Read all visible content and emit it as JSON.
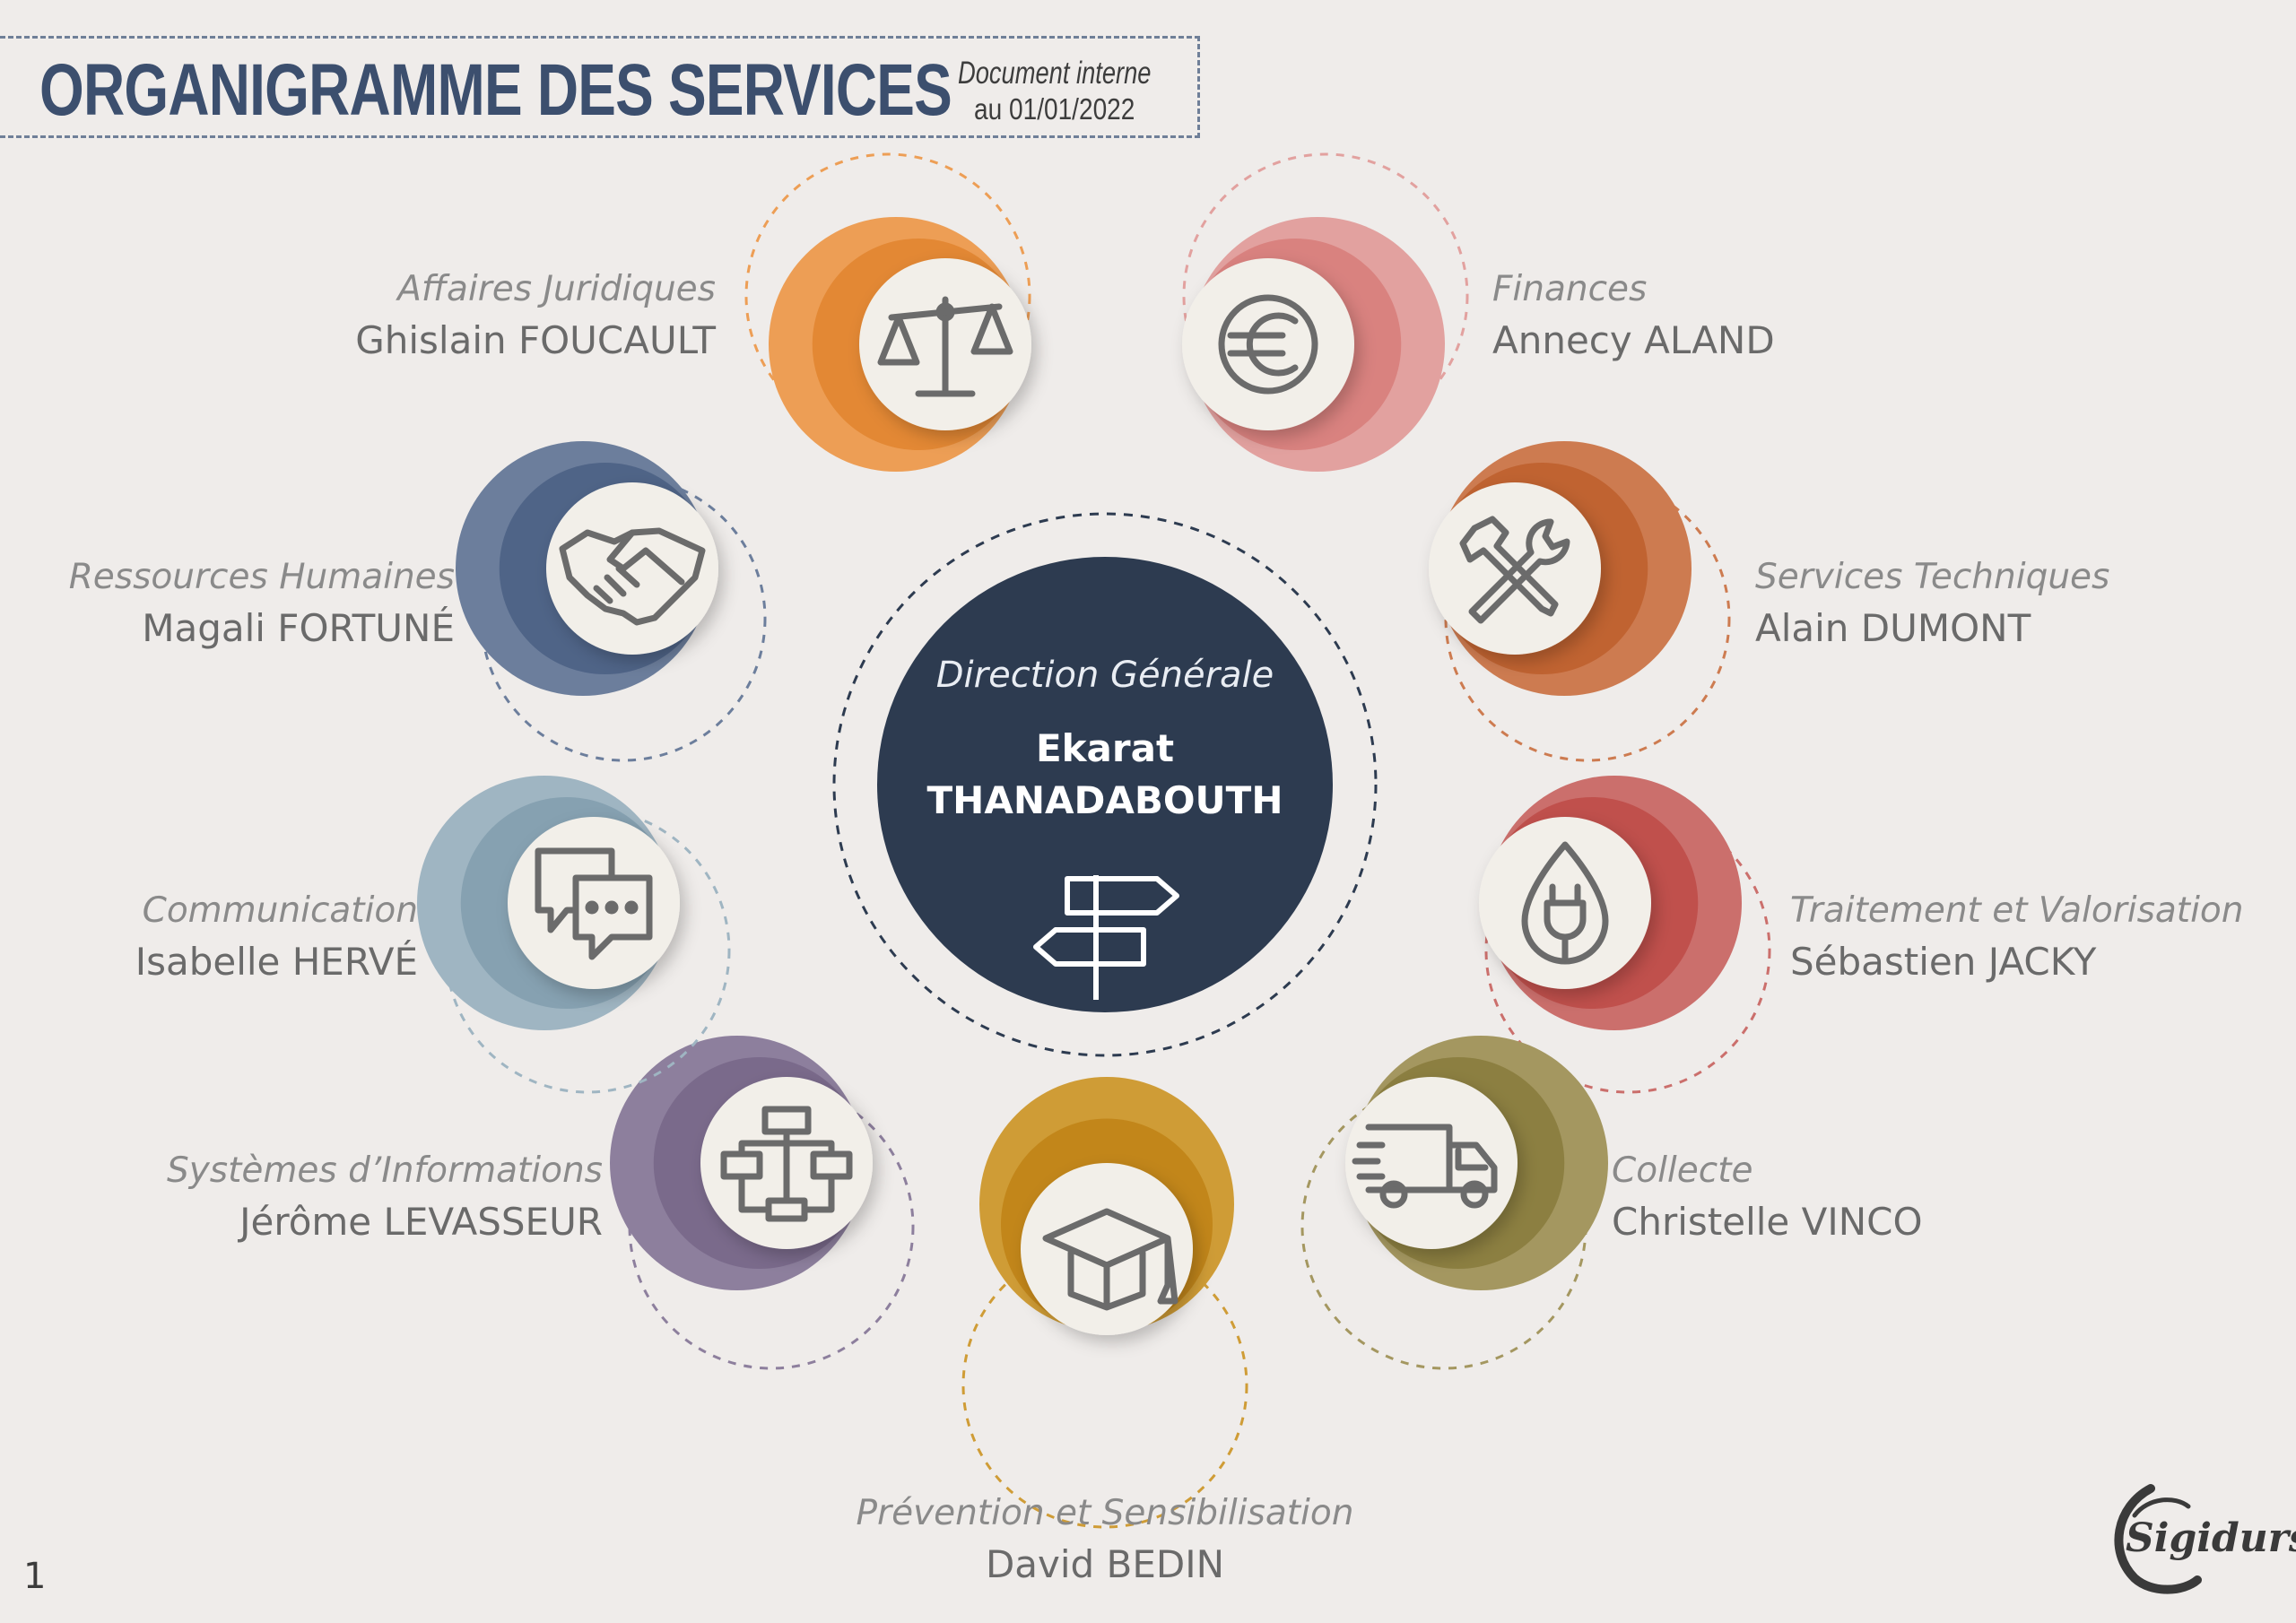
{
  "header": {
    "title": "ORGANIGRAMME DES SERVICES",
    "subtitle_line1": "Document interne",
    "subtitle_line2": "au 01/01/2022"
  },
  "center": {
    "role": "Direction Générale",
    "first_name": "Ekarat",
    "last_name": "THANADABOUTH",
    "icon": "signpost-icon",
    "color": "#2d3b50"
  },
  "services": [
    {
      "service": "Affaires Juridiques",
      "person": "Ghislain FOUCAULT",
      "icon": "scales-icon",
      "color": "#ed9e55",
      "color_dark": "#e38834"
    },
    {
      "service": "Finances",
      "person": "Annecy ALAND",
      "icon": "euro-icon",
      "color": "#e2a19f",
      "color_dark": "#d9827f"
    },
    {
      "service": "Services Techniques",
      "person": "Alain DUMONT",
      "icon": "tools-icon",
      "color": "#cd7b50",
      "color_dark": "#c06331"
    },
    {
      "service": "Traitement et Valorisation",
      "person": "Sébastien JACKY",
      "icon": "leaf-plug-icon",
      "color": "#cb6f6c",
      "color_dark": "#c0504c"
    },
    {
      "service": "Collecte",
      "person": "Christelle VINCO",
      "icon": "truck-icon",
      "color": "#a49760",
      "color_dark": "#8c7f41"
    },
    {
      "service": "Prévention et Sensibilisation",
      "person": "David BEDIN",
      "icon": "graduation-cap-icon",
      "color": "#cf9c36",
      "color_dark": "#c2861a"
    },
    {
      "service": "Systèmes d’Informations",
      "person": "Jérôme LEVASSEUR",
      "icon": "network-icon",
      "color": "#8d7f9d",
      "color_dark": "#7a6a8b"
    },
    {
      "service": "Communication",
      "person": "Isabelle HERVÉ",
      "icon": "chat-bubbles-icon",
      "color": "#9fb5c2",
      "color_dark": "#86a1b1"
    },
    {
      "service": "Ressources Humaines",
      "person": "Magali FORTUNÉ",
      "icon": "handshake-icon",
      "color": "#6c7e9c",
      "color_dark": "#4f6487"
    }
  ],
  "page_number": "1",
  "logo": {
    "name": "Sigidurs",
    "icon": "sigidurs-logo-icon"
  }
}
